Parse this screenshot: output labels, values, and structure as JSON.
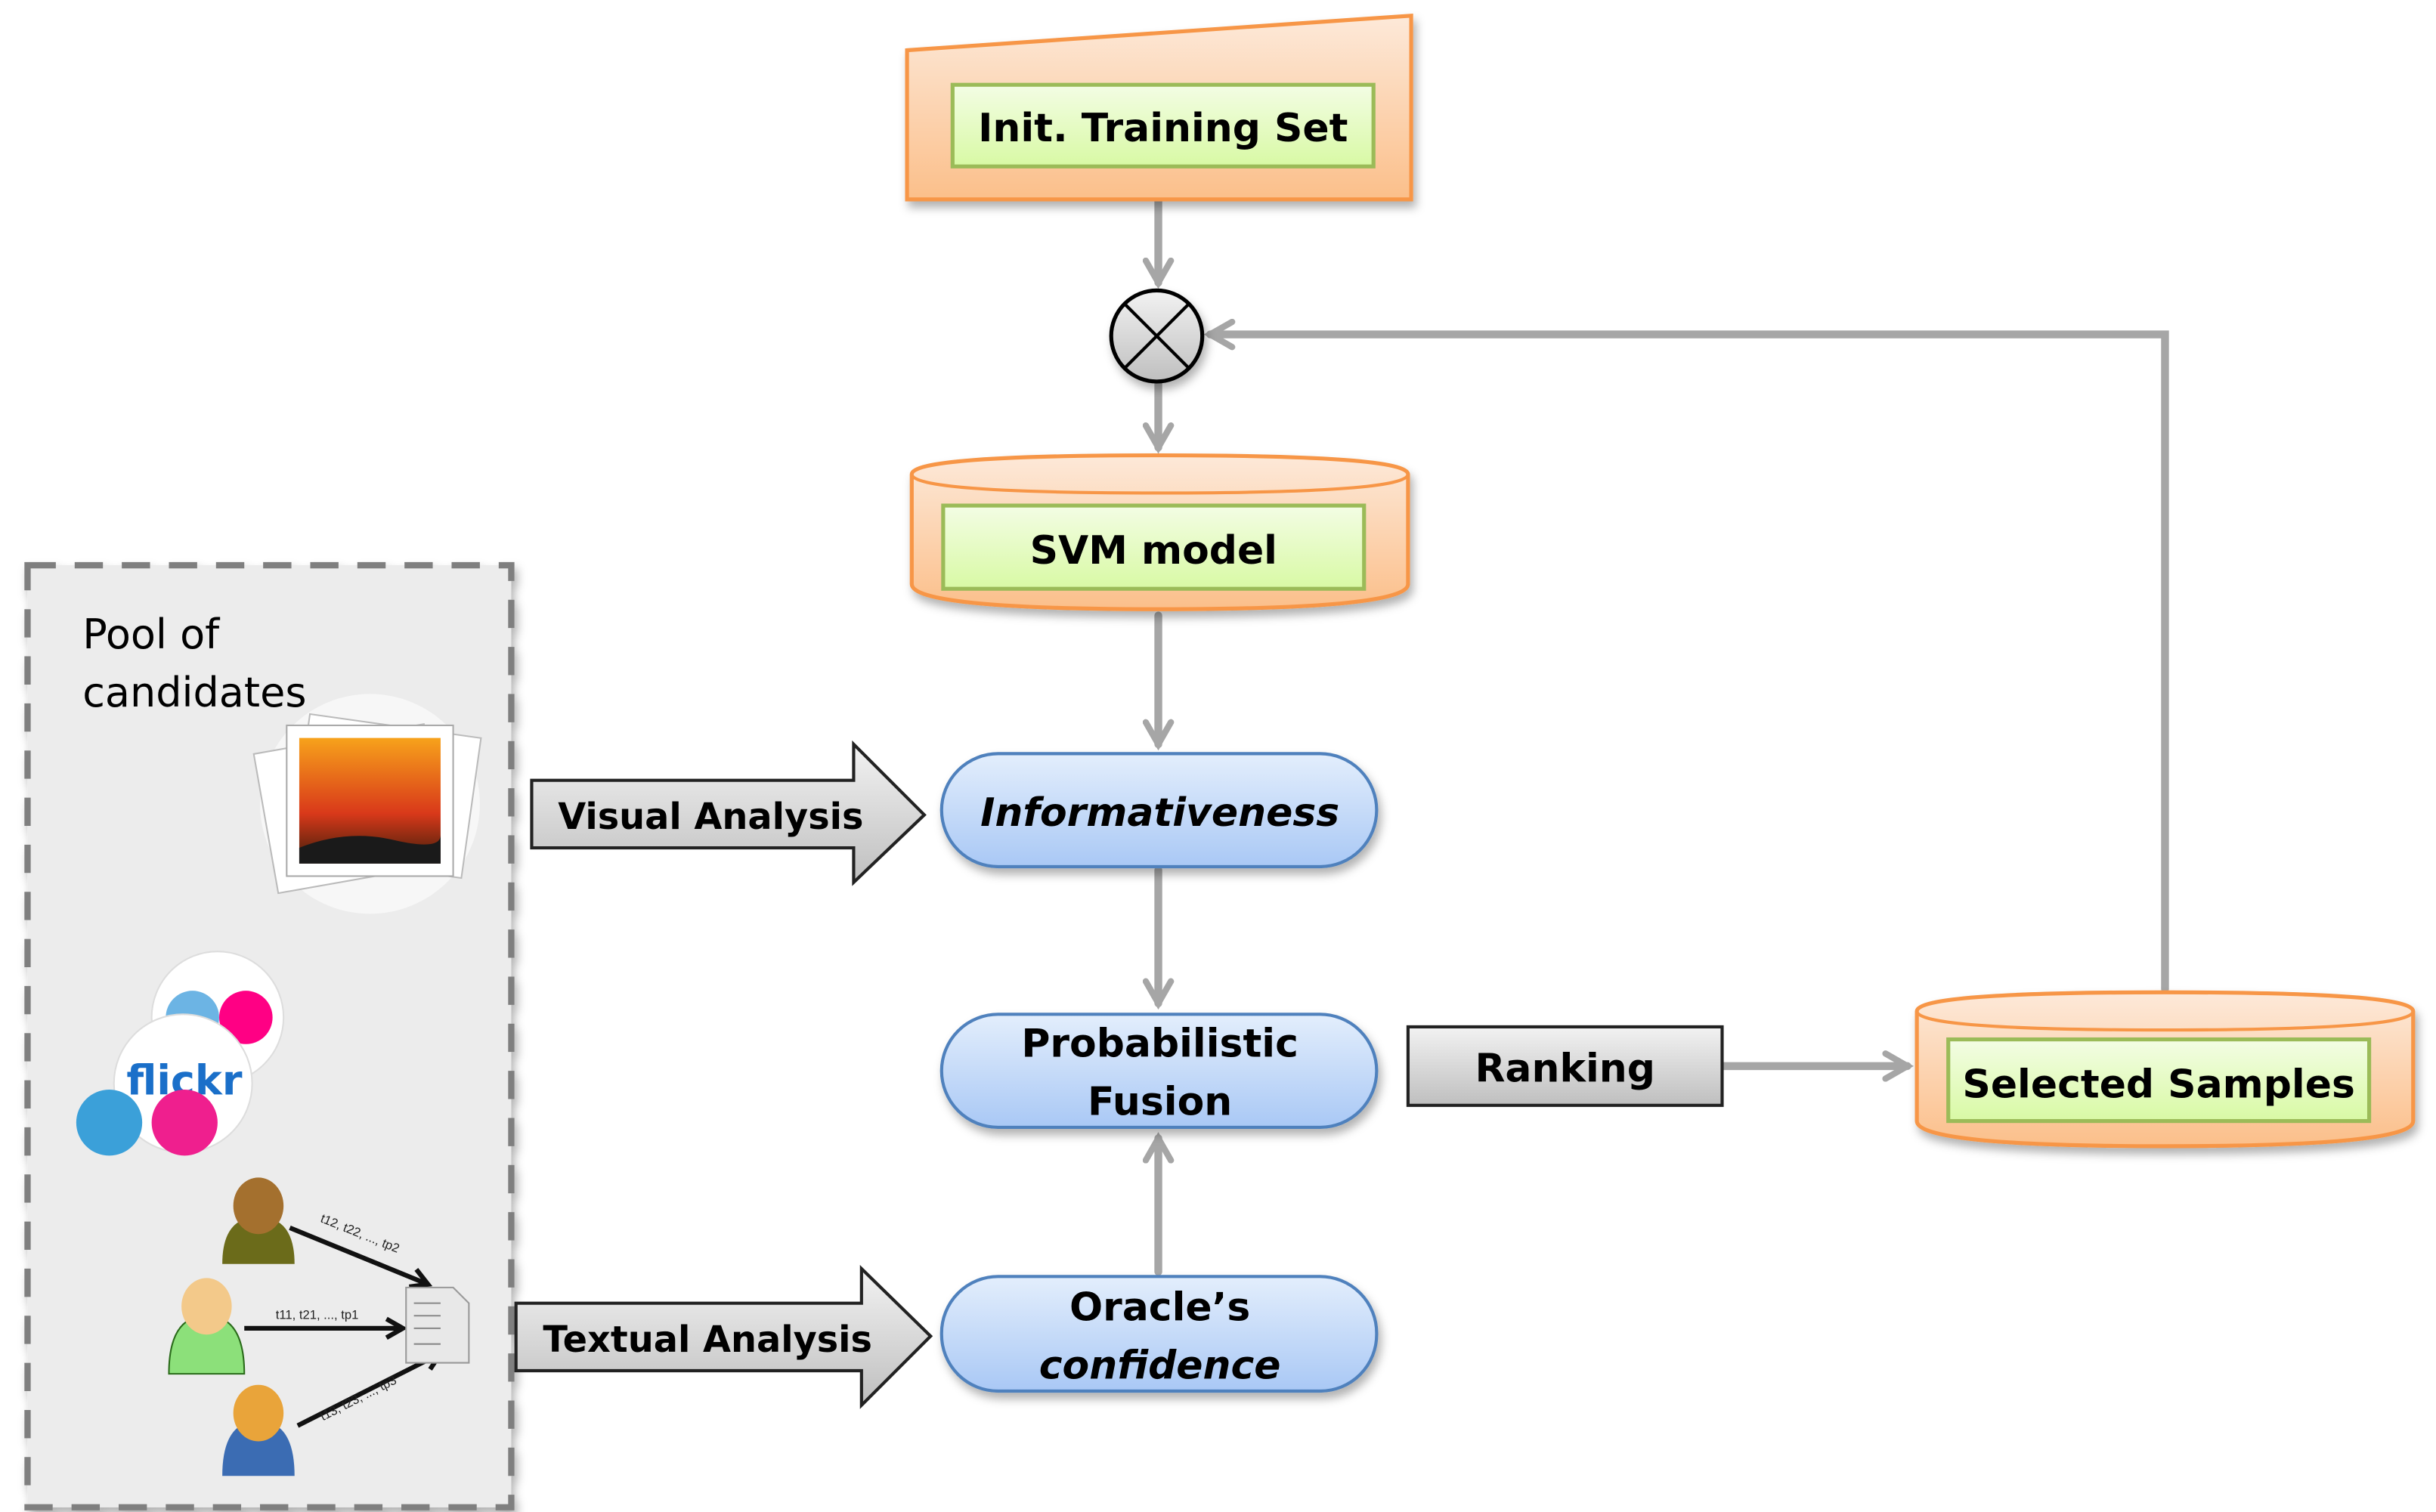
{
  "nodes": {
    "init_training_set": "Init. Training Set",
    "svm_model": "SVM model",
    "informativeness": "Informativeness",
    "probabilistic_fusion": [
      "Probabilistic",
      "Fusion"
    ],
    "oracle_confidence": [
      "Oracle’s",
      "confidence"
    ],
    "ranking": "Ranking",
    "selected_samples": "Selected Samples",
    "visual_analysis": "Visual Analysis",
    "textual_analysis": "Textual Analysis"
  },
  "pool": {
    "title": [
      "Pool of",
      "candidates"
    ],
    "flickr_logo": "flickr",
    "tag_sequences": [
      "t12, t22, ..., tp2",
      "t11, t21, ..., tp1",
      "t13, t23, ..., tp3"
    ]
  },
  "colors": {
    "orange_border": "#f79646",
    "orange_fill": "#fcc08c",
    "green_border": "#9bbb59",
    "green_fill": "#e6f9c0",
    "blue_fill": "#bcd5f7",
    "blue_border": "#4f81bd",
    "arrow_gray": "#a6a6a6",
    "pool_fill": "#ececec",
    "pool_border": "#7f7f7f"
  }
}
